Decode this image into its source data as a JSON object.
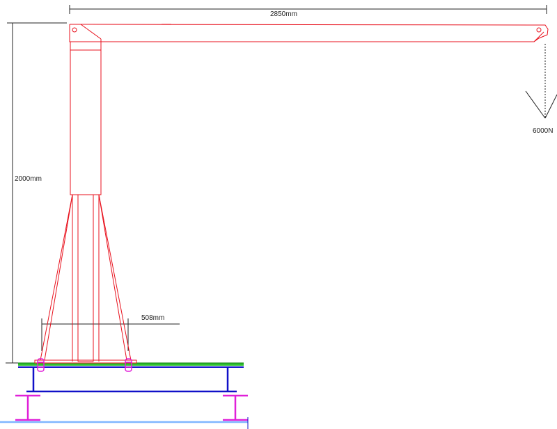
{
  "labels": {
    "beam_length": "2850mm",
    "column_height": "2000mm",
    "base_width": "508mm",
    "load": "6000N"
  },
  "colors": {
    "crane": "#e8101c",
    "dimension": "#222222",
    "base_plate": "#2fbf2f",
    "frame": "#1010c8",
    "i_beam": "#e020d8",
    "floor": "#7fb6ff",
    "bolt": "#e020d8"
  }
}
